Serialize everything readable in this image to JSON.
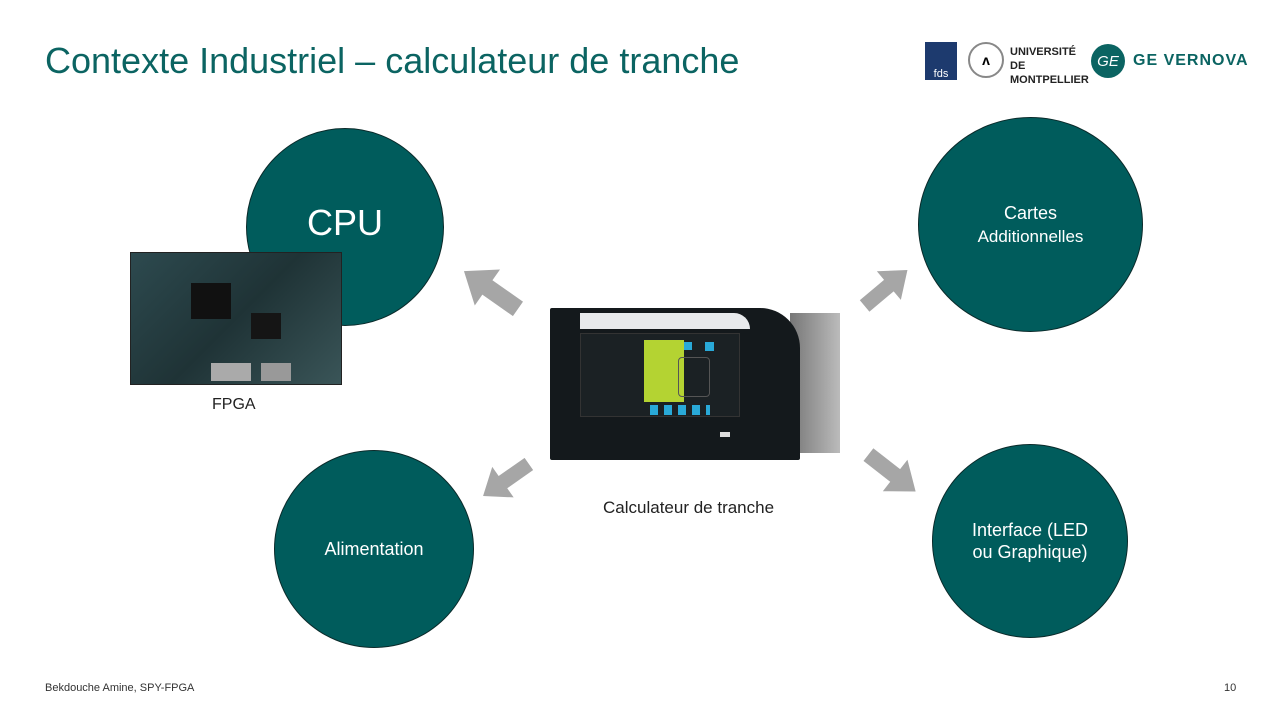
{
  "title": "Contexte Industriel – calculateur de tranche",
  "logos": {
    "fds": "fds",
    "um": "UNIVERSITÉ DE MONTPELLIER",
    "ge": "GE VERNOVA"
  },
  "circles": {
    "cpu": "CPU",
    "cartes_1": "Cartes",
    "cartes_2": "Additionnelles",
    "alimentation": "Alimentation",
    "interface_1": "Interface (LED",
    "interface_2": "ou Graphique)"
  },
  "labels": {
    "fpga": "FPGA",
    "device": "Calculateur de tranche"
  },
  "footer": {
    "author": "Bekdouche Amine, SPY-FPGA",
    "page": "10"
  },
  "colors": {
    "accent": "#005c5c",
    "arrow": "#a6a6a6"
  }
}
